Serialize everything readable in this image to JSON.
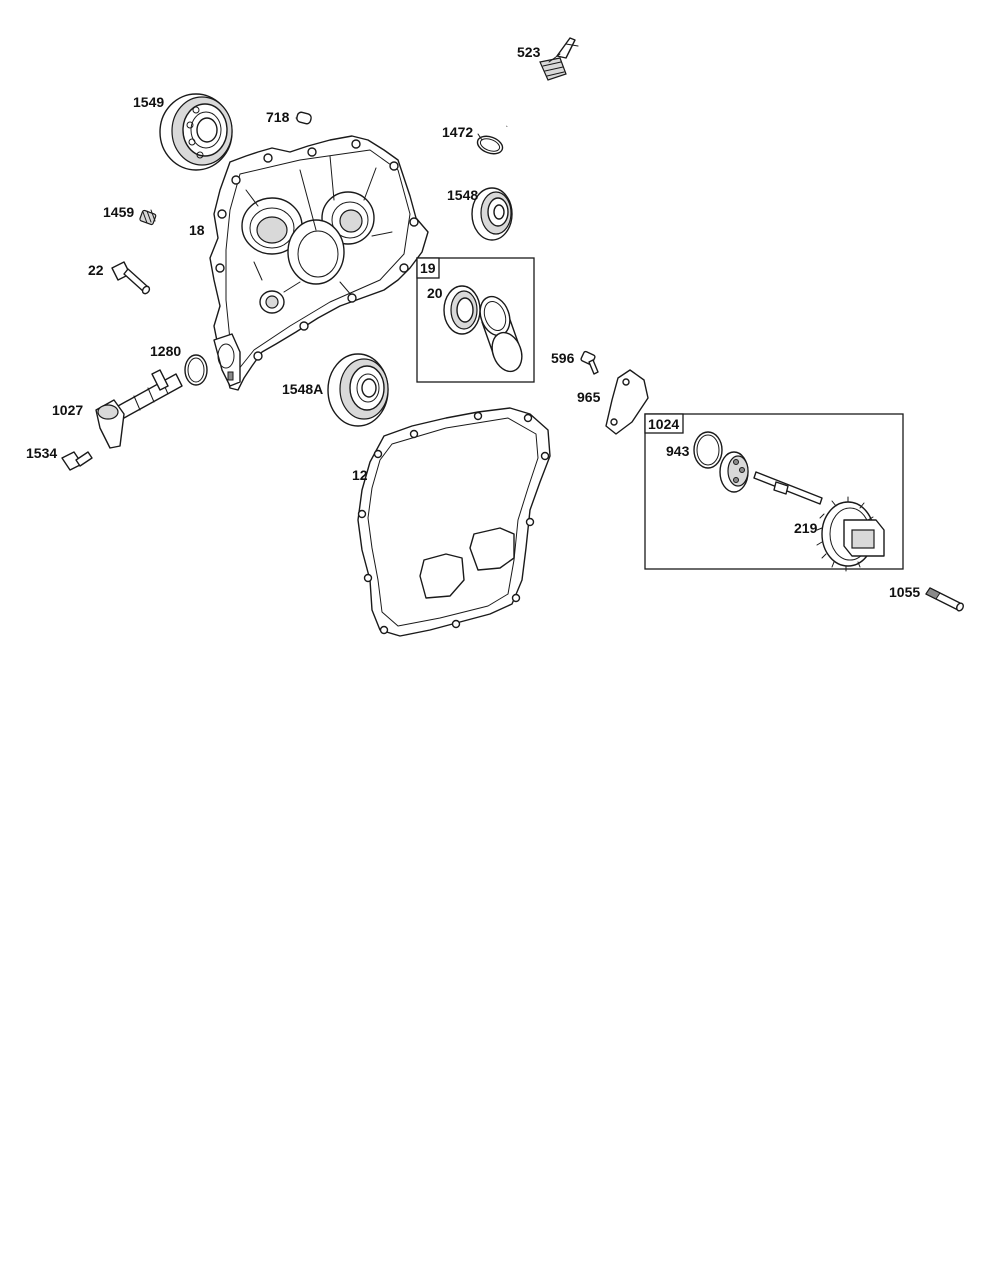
{
  "callouts": {
    "c523": "523",
    "c1549": "1549",
    "c718": "718",
    "c1472": "1472",
    "c1459": "1459",
    "c18": "18",
    "c1548": "1548",
    "c22": "22",
    "c19": "19",
    "c20": "20",
    "c1280": "1280",
    "c596": "596",
    "c1548A": "1548A",
    "c965": "965",
    "c1027": "1027",
    "c1024": "1024",
    "c943": "943",
    "c1534": "1534",
    "c12": "12",
    "c219": "219",
    "c1055": "1055"
  }
}
